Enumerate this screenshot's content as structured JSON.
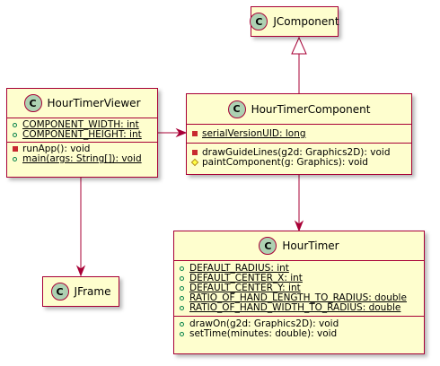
{
  "classes": {
    "jcomponent": {
      "name": "JComponent",
      "badge": "C"
    },
    "viewer": {
      "name": "HourTimerViewer",
      "badge": "C",
      "fields": [
        {
          "vis": "public",
          "text": "COMPONENT_WIDTH: int",
          "static": true
        },
        {
          "vis": "public",
          "text": "COMPONENT_HEIGHT: int",
          "static": true
        }
      ],
      "methods": [
        {
          "vis": "private",
          "text": "runApp(): void",
          "static": false
        },
        {
          "vis": "public",
          "text": "main(args: String[]): void",
          "static": true
        }
      ]
    },
    "component": {
      "name": "HourTimerComponent",
      "badge": "C",
      "fields": [
        {
          "vis": "private",
          "text": "serialVersionUID: long",
          "static": true
        }
      ],
      "methods": [
        {
          "vis": "private",
          "text": "drawGuideLines(g2d: Graphics2D): void",
          "static": false
        },
        {
          "vis": "protected",
          "text": "paintComponent(g: Graphics): void",
          "static": false
        }
      ]
    },
    "timer": {
      "name": "HourTimer",
      "badge": "C",
      "fields": [
        {
          "vis": "public",
          "text": "DEFAULT_RADIUS: int",
          "static": true
        },
        {
          "vis": "public",
          "text": "DEFAULT_CENTER_X: int",
          "static": true
        },
        {
          "vis": "public",
          "text": "DEFAULT_CENTER_Y: int",
          "static": true
        },
        {
          "vis": "public",
          "text": "RATIO_OF_HAND_LENGTH_TO_RADIUS: double",
          "static": true
        },
        {
          "vis": "public",
          "text": "RATIO_OF_HAND_WIDTH_TO_RADIUS: double",
          "static": true
        }
      ],
      "methods": [
        {
          "vis": "public",
          "text": "drawOn(g2d: Graphics2D): void",
          "static": false
        },
        {
          "vis": "public",
          "text": "setTime(minutes: double): void",
          "static": false
        }
      ]
    },
    "jframe": {
      "name": "JFrame",
      "badge": "C"
    }
  },
  "relations": [
    {
      "from": "HourTimerComponent",
      "to": "JComponent",
      "kind": "generalization"
    },
    {
      "from": "HourTimerViewer",
      "to": "HourTimerComponent",
      "kind": "association"
    },
    {
      "from": "HourTimerViewer",
      "to": "JFrame",
      "kind": "association"
    },
    {
      "from": "HourTimerComponent",
      "to": "HourTimer",
      "kind": "association"
    }
  ],
  "colors": {
    "class_fill": "#fefece",
    "border": "#a80036",
    "badge_fill": "#add1b2",
    "public_marker": "#038048",
    "private_marker": "#c82930",
    "protected_marker": "#ffff44"
  }
}
